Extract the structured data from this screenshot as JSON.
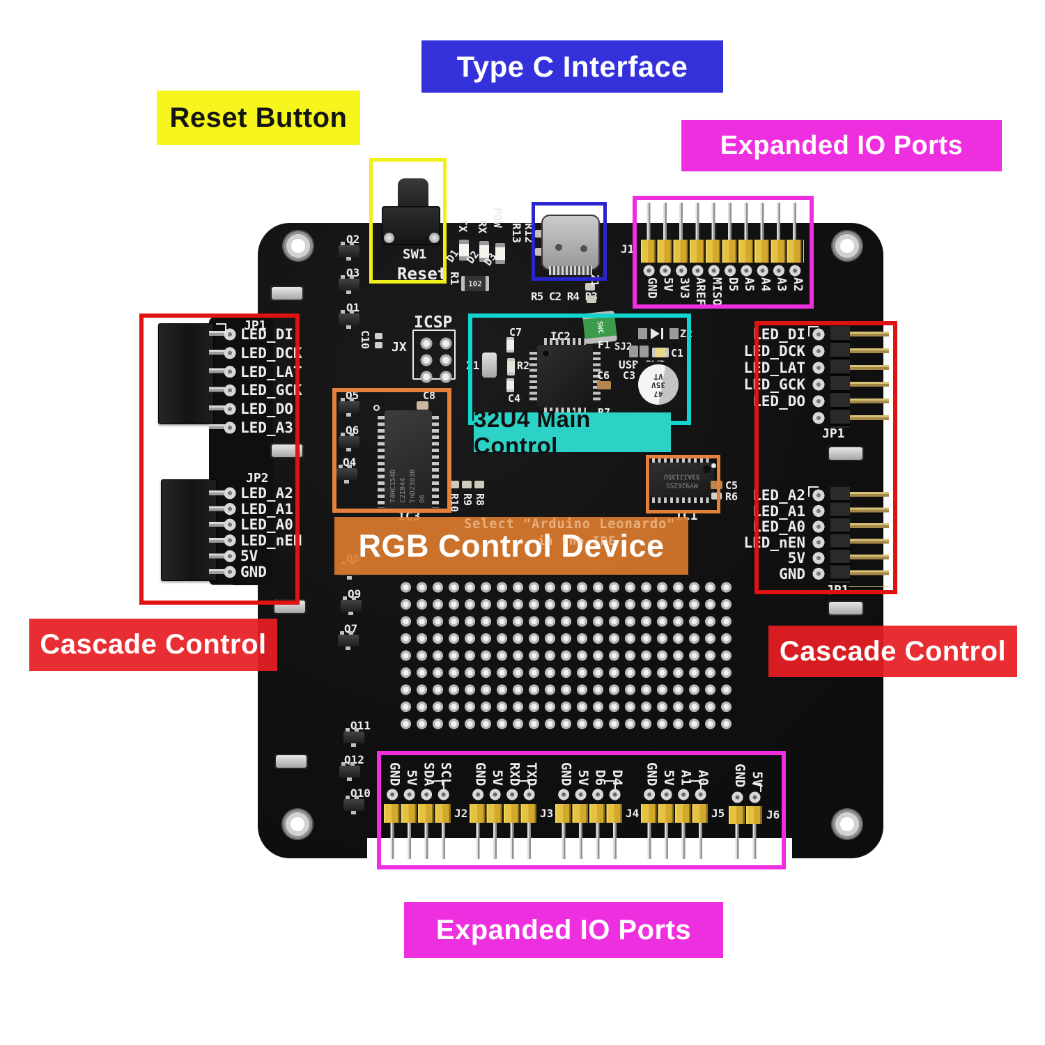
{
  "callouts": {
    "type_c": "Type C Interface",
    "reset": "Reset Button",
    "expanded_top": "Expanded IO Ports",
    "main_control": "32U4 Main Control",
    "rgb_device": "RGB Control Device",
    "cascade_left": "Cascade Control",
    "cascade_right": "Cascade Control",
    "expanded_bottom": "Expanded IO Ports"
  },
  "colors": {
    "blue": "#3431db",
    "yellow": "#f6f61e",
    "magenta": "#ee2fe0",
    "cyan_fill": "#2dd2c6",
    "cyan_line": "#14d4d0",
    "orange": "#e07e32",
    "red": "#e61e24",
    "board": "#0f0f0f",
    "header_yellow": "#e7c448",
    "silkscreen": "#f0f0f0"
  },
  "silkscreen": {
    "note": [
      "Select \"Arduino Leonardo\"",
      "in the IDE"
    ],
    "reset": {
      "ref": "SW1",
      "label": "Reset"
    },
    "icsp": {
      "title": "ICSP",
      "ref": "JX"
    },
    "status_leds": {
      "refs": [
        "D1",
        "D2",
        "D3"
      ],
      "labels": [
        "TX",
        "RX",
        "POW"
      ]
    },
    "top_refs": {
      "r13": "R13",
      "r12": "R12",
      "r1": "R1",
      "r1_value": "102",
      "passives_row": "R5 C2 R4 R3",
      "z1": "Z1"
    },
    "transistors": {
      "top_left": [
        "Q2",
        "Q3",
        "Q1"
      ],
      "c10": "C10",
      "ic3_left": [
        "Q5",
        "Q6",
        "Q4"
      ],
      "mid_left": [
        "Q8",
        "Q9",
        "Q7"
      ],
      "bottom_left": [
        "Q11",
        "Q12",
        "Q10"
      ]
    },
    "mcu": {
      "c7": "C7",
      "x1": "X1",
      "r2": "R2",
      "c4": "C4",
      "ic2": "IC2",
      "f1": "F1",
      "sj2": "SJ2",
      "z2": "Z2",
      "c1": "C1",
      "c6": "C6",
      "c3": "C3",
      "r7": "R7",
      "usb_pwr": "USB-PWR",
      "fuse_marking": "5WC",
      "cap_marking": [
        "47",
        "35V",
        "VT"
      ]
    },
    "rgb": {
      "c8": "C8",
      "ic3": "IC3",
      "ic3_marking": [
        "74HC154D",
        "C2I844",
        "TnD2303B"
      ],
      "ic3_lot": "06",
      "r_row": [
        "R10",
        "R9",
        "R8"
      ],
      "ic1": "IC1",
      "ic1_marking": [
        "MY9262SS",
        "53AJJ135U"
      ],
      "c5": "C5",
      "r6": "R6"
    }
  },
  "headers": {
    "left_jp1": {
      "ref": "JP1",
      "labels": [
        "LED_DI",
        "LED_DCK",
        "LED_LAT",
        "LED_GCK",
        "LED_DO",
        "LED_A3"
      ]
    },
    "left_jp2": {
      "ref": "JP2",
      "labels": [
        "LED_A2",
        "LED_A1",
        "LED_A0",
        "LED_nEN",
        "5V",
        "GND"
      ]
    },
    "right_top": {
      "ref": "JP1",
      "labels": [
        "LED_DI",
        "LED_DCK",
        "LED_LAT",
        "LED_GCK",
        "LED_DO"
      ]
    },
    "right_bottom": {
      "ref": "JP1",
      "labels": [
        "LED_A2",
        "LED_A1",
        "LED_A0",
        "LED_nEN",
        "5V",
        "GND"
      ]
    },
    "top": {
      "ref": "J1",
      "labels": [
        "GND",
        "5V",
        "3V3",
        "AREF",
        "MISO",
        "D5",
        "A5",
        "A4",
        "A3",
        "A2"
      ]
    },
    "bottom": [
      {
        "ref": "J2",
        "labels": [
          "GND",
          "5V",
          "SDA",
          "SCL"
        ]
      },
      {
        "ref": "J3",
        "labels": [
          "GND",
          "5V",
          "RXD",
          "TXD"
        ]
      },
      {
        "ref": "J4",
        "labels": [
          "GND",
          "5V",
          "D6",
          "D4"
        ]
      },
      {
        "ref": "J5",
        "labels": [
          "GND",
          "5V",
          "A1",
          "A0"
        ]
      },
      {
        "ref": "J6",
        "labels": [
          "GND",
          "5V"
        ]
      }
    ]
  }
}
